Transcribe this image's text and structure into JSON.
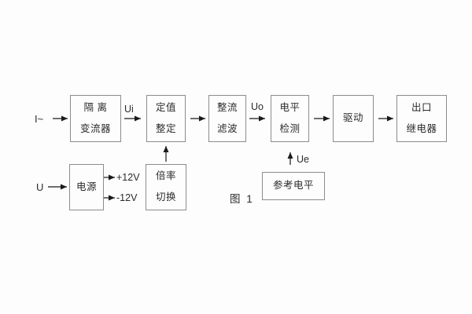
{
  "figure": {
    "caption": "图 1"
  },
  "blocks": {
    "isolation_transformer": {
      "line1": "隔 离",
      "line2": "变流器"
    },
    "value_setting": {
      "line1": "定值",
      "line2": "整定"
    },
    "rectify_filter": {
      "line1": "整流",
      "line2": "滤波"
    },
    "level_detect": {
      "line1": "电平",
      "line2": "检测"
    },
    "drive": {
      "line1": "驱动"
    },
    "output_relay": {
      "line1": "出口",
      "line2": "继电器"
    },
    "power_supply": {
      "line1": "电源"
    },
    "ratio_switch": {
      "line1": "倍率",
      "line2": "切换"
    },
    "reference_level": {
      "line1": "参考电平"
    }
  },
  "labels": {
    "input_current": "I~",
    "input_voltage": "U",
    "ui": "Ui",
    "uo": "Uo",
    "ue": "Ue",
    "plus_12v": "+12V",
    "minus_12v": "-12V"
  },
  "colors": {
    "background": "#fdfdfd",
    "box_border": "#8c8c8c",
    "connector_line": "#1a1a1a",
    "text": "#2b2b2b"
  }
}
